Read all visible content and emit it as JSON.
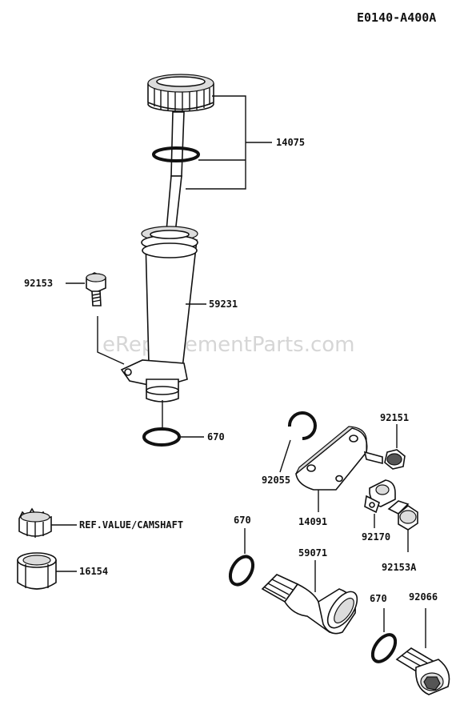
{
  "diagram_code": "E0140-A400A",
  "watermark": "eReplacementParts.com",
  "parts": {
    "dipstick": "14075",
    "bolt_top": "92153",
    "oil_filler_tube": "59231",
    "oring_tube": "670",
    "circlip": "92055",
    "cover": "14091",
    "bolt_cover": "92151",
    "clamp": "92170",
    "bolt_clamp": "92153A",
    "ref_value": "REF.VALUE/CAMSHAFT",
    "gear": "16154",
    "oring_mid": "670",
    "drain_valve": "59071",
    "oring_right": "670",
    "drain_plug": "92066"
  }
}
